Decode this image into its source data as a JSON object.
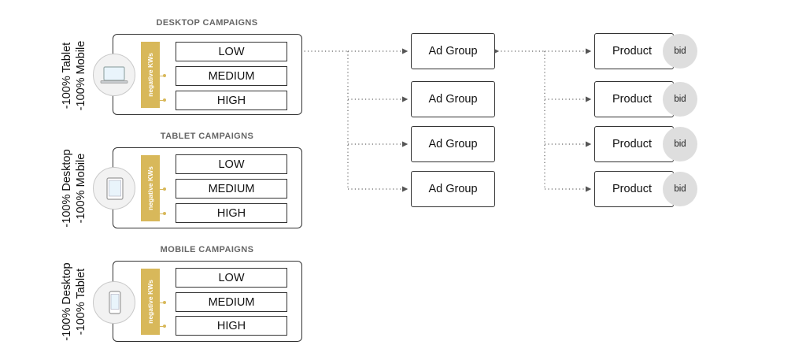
{
  "campaigns": [
    {
      "title": "DESKTOP CAMPAIGNS",
      "side_label_1": "-100% Tablet",
      "side_label_2": "-100% Mobile",
      "device_icon": "laptop-icon",
      "negative_label": "negative KWs",
      "keywords": [
        "LOW",
        "MEDIUM",
        "HIGH"
      ]
    },
    {
      "title": "TABLET CAMPAIGNS",
      "side_label_1": "-100% Desktop",
      "side_label_2": "-100% Mobile",
      "device_icon": "tablet-icon",
      "negative_label": "negative KWs",
      "keywords": [
        "LOW",
        "MEDIUM",
        "HIGH"
      ]
    },
    {
      "title": "MOBILE CAMPAIGNS",
      "side_label_1": "-100% Desktop",
      "side_label_2": "-100% Tablet",
      "device_icon": "phone-icon",
      "negative_label": "negative KWs",
      "keywords": [
        "LOW",
        "MEDIUM",
        "HIGH"
      ]
    }
  ],
  "ad_groups": [
    "Ad Group",
    "Ad Group",
    "Ad Group",
    "Ad Group"
  ],
  "products": [
    {
      "label": "Product",
      "bid": "bid"
    },
    {
      "label": "Product",
      "bid": "bid"
    },
    {
      "label": "Product",
      "bid": "bid"
    },
    {
      "label": "Product",
      "bid": "bid"
    }
  ],
  "colors": {
    "negative_bar": "#d8b85a",
    "bid_circle": "#dedede",
    "border": "#333333",
    "title_gray": "#666666"
  }
}
